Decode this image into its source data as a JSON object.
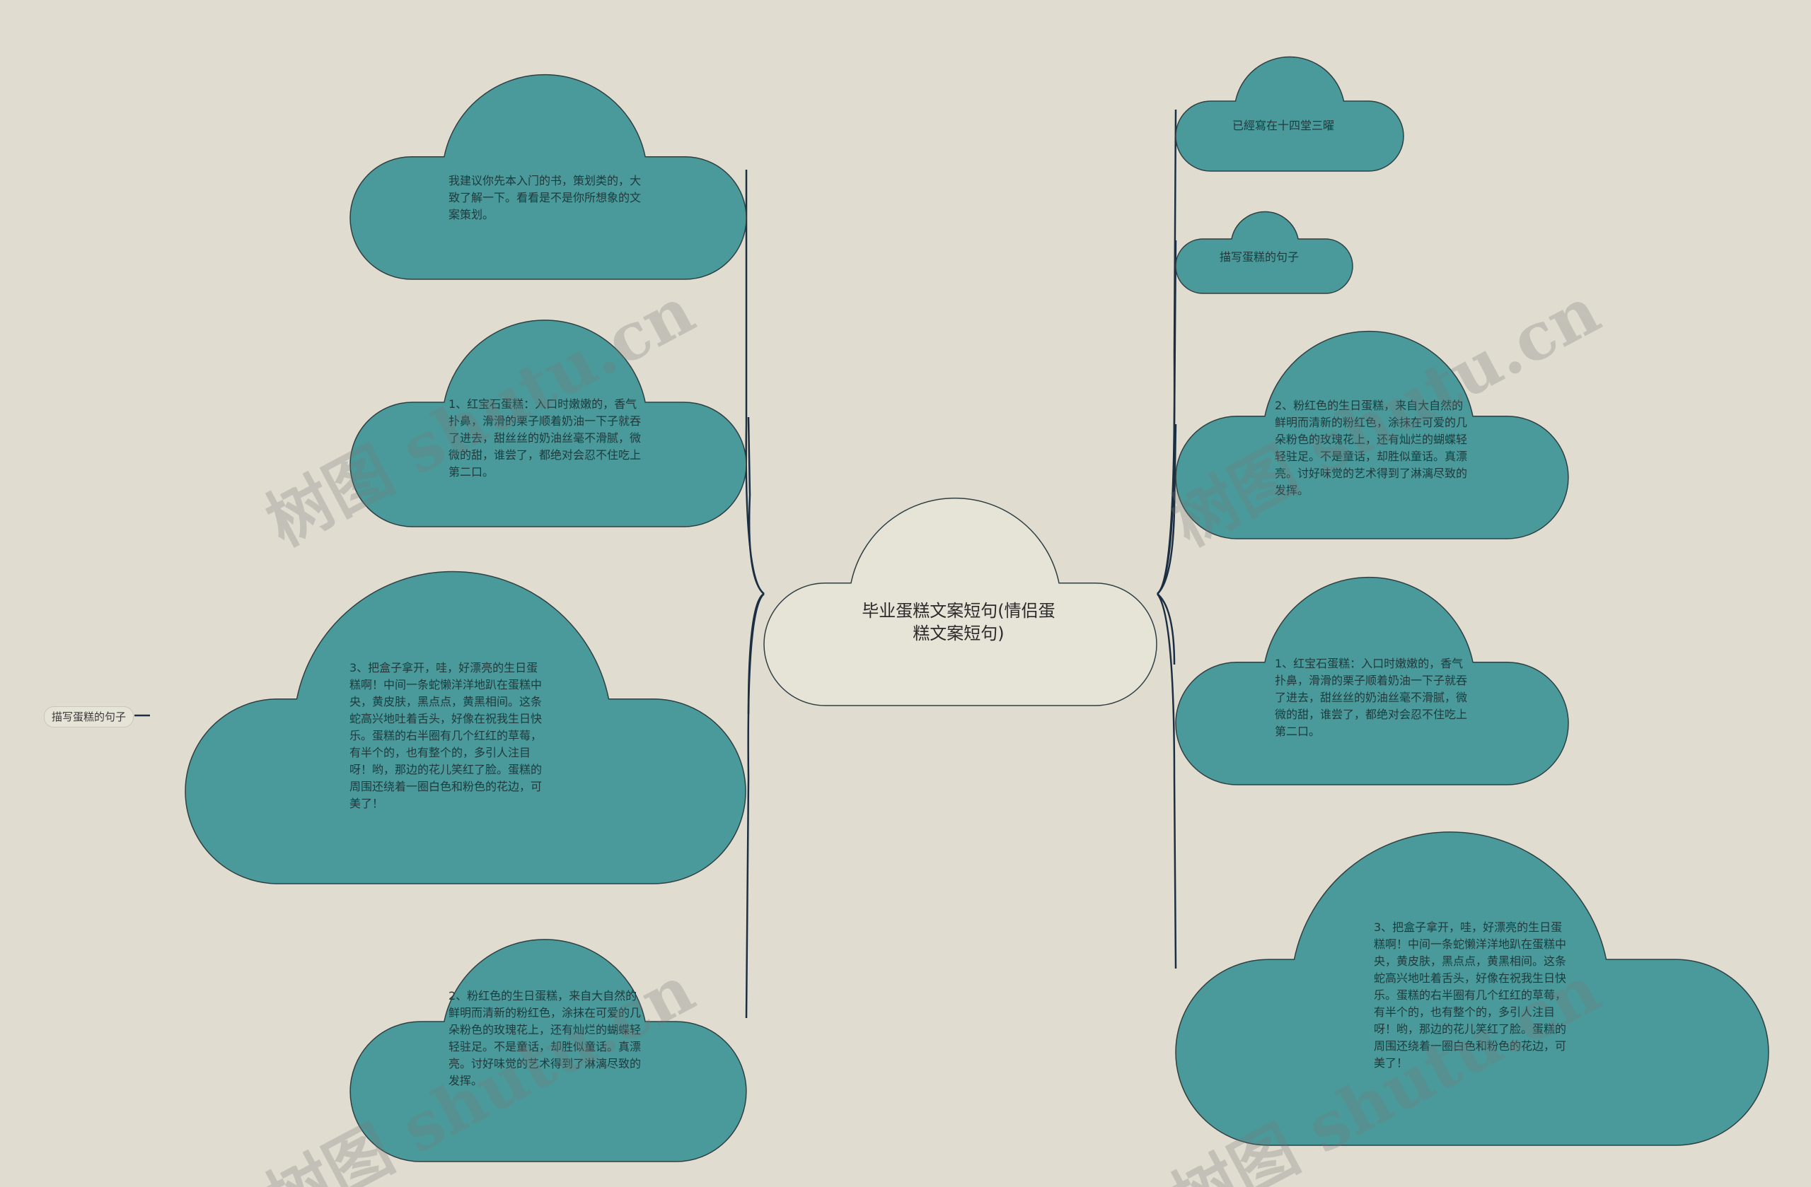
{
  "center": {
    "title": "毕业蛋糕文案短句(情侣蛋糕文案短句)"
  },
  "left_nodes": [
    {
      "text": "我建议你先本入门的书，策划类的，大致了解一下。看看是不是你所想象的文案策划。"
    },
    {
      "text": "1、红宝石蛋糕：入口时嫩嫩的，香气扑鼻，滑滑的栗子顺着奶油一下子就吞了进去，甜丝丝的奶油丝毫不滑腻，微微的甜，谁尝了，都绝对会忍不住吃上第二口。"
    },
    {
      "text": "3、把盒子拿开，哇，好漂亮的生日蛋糕啊！中间一条蛇懒洋洋地趴在蛋糕中央，黄皮肤，黑点点，黄黑相间。这条蛇高兴地吐着舌头，好像在祝我生日快乐。蛋糕的右半圈有几个红红的草莓，有半个的，也有整个的，多引人注目呀！哟，那边的花儿笑红了脸。蛋糕的周围还绕着一圈白色和粉色的花边，可美了！"
    },
    {
      "text": "2、粉红色的生日蛋糕，来自大自然的鲜明而清新的粉红色，涂抹在可爱的几朵粉色的玫瑰花上，还有灿烂的蝴蝶轻轻驻足。不是童话，却胜似童话。真漂亮。讨好味觉的艺术得到了淋漓尽致的发挥。"
    }
  ],
  "left_tag": {
    "text": "描写蛋糕的句子"
  },
  "right_nodes": [
    {
      "text": "已經寫在十四堂三曜"
    },
    {
      "text": "描写蛋糕的句子"
    },
    {
      "text": "2、粉红色的生日蛋糕，来自大自然的鲜明而清新的粉红色，涂抹在可爱的几朵粉色的玫瑰花上，还有灿烂的蝴蝶轻轻驻足。不是童话，却胜似童话。真漂亮。讨好味觉的艺术得到了淋漓尽致的发挥。"
    },
    {
      "text": "1、红宝石蛋糕：入口时嫩嫩的，香气扑鼻，滑滑的栗子顺着奶油一下子就吞了进去，甜丝丝的奶油丝毫不滑腻，微微的甜，谁尝了，都绝对会忍不住吃上第二口。"
    },
    {
      "text": "3、把盒子拿开，哇，好漂亮的生日蛋糕啊！中间一条蛇懒洋洋地趴在蛋糕中央，黄皮肤，黑点点，黄黑相间。这条蛇高兴地吐着舌头，好像在祝我生日快乐。蛋糕的右半圈有几个红红的草莓，有半个的，也有整个的，多引人注目呀！哟，那边的花儿笑红了脸。蛋糕的周围还绕着一圈白色和粉色的花边，可美了！"
    }
  ],
  "watermarks": [
    "树图 shutu.cn",
    "树图 shutu.cn",
    "树图 shutu.cn",
    "树图 shutu.cn"
  ],
  "colors": {
    "background": "#e0ddd0",
    "cloud_fill": "#4a9a9b",
    "cloud_stroke": "#2f3f42",
    "center_fill": "#e6e3d7",
    "connector": "#1c2e42"
  }
}
